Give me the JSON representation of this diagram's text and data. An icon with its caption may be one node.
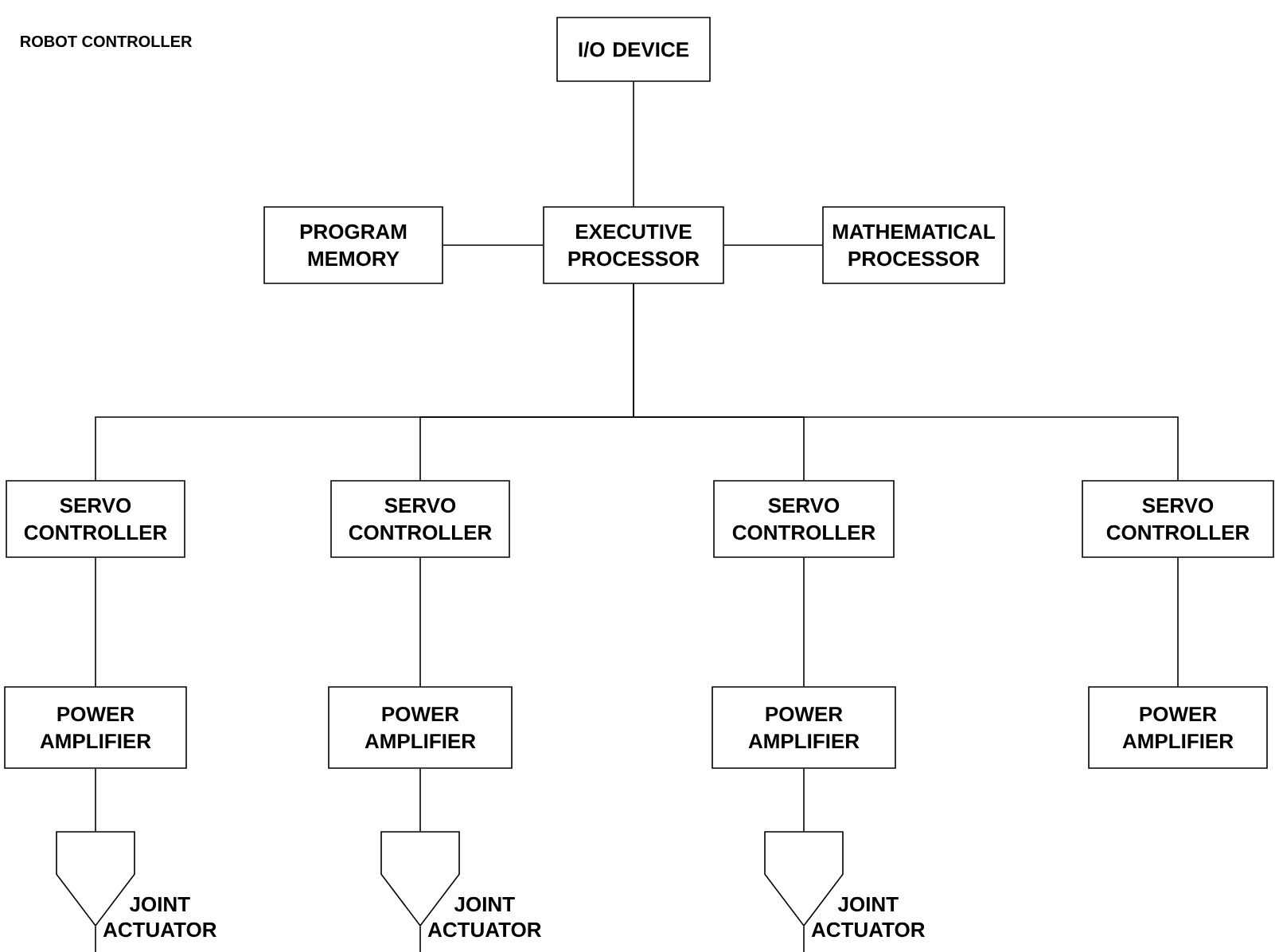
{
  "diagram": {
    "title": "ROBOT CONTROLLER",
    "nodes": [
      {
        "text": [
          "I/O DEVICE"
        ]
      },
      {
        "text": [
          "PROGRAM MEMORY"
        ]
      },
      {
        "text": [
          "EXECUTIVE PROCESSOR"
        ]
      },
      {
        "text": [
          "MATHEMATICAL PROCESSOR"
        ]
      },
      {
        "text": [
          "SERVO CONTROLLER"
        ]
      },
      {
        "text": [
          "SERVO CONTROLLER"
        ]
      },
      {
        "text": [
          "SERVO CONTROLLER"
        ]
      },
      {
        "text": [
          "SERVO CONTROLLER"
        ]
      },
      {
        "text": [
          "POWER AMPLIFIER"
        ]
      },
      {
        "text": [
          "POWER AMPLIFIER"
        ]
      },
      {
        "text": [
          "POWER AMPLIFIER"
        ]
      },
      {
        "text": [
          "POWER AMPLIFIER"
        ]
      },
      {
        "text": [],
        "shape": "pentagon",
        "beside": [
          "JOINT ACTUATOR"
        ]
      },
      {
        "text": [],
        "shape": "pentagon",
        "beside": [
          "JOINT ACTUATOR"
        ]
      },
      {
        "text": [],
        "shape": "pentagon",
        "beside": [
          "JOINT ACTUATOR"
        ]
      }
    ],
    "edges": [
      {
        "from": 0,
        "to": 2,
        "arrow": "none"
      },
      {
        "from": 1,
        "to": 2,
        "arrow": "none"
      },
      {
        "from": 2,
        "to": 3,
        "arrow": "none"
      },
      {
        "from": 2,
        "to": 4,
        "arrow": "none"
      },
      {
        "from": 2,
        "to": 5,
        "arrow": "none"
      },
      {
        "from": 2,
        "to": 6,
        "arrow": "none"
      },
      {
        "from": 2,
        "to": 7,
        "arrow": "none"
      },
      {
        "from": 4,
        "to": 8,
        "arrow": "none"
      },
      {
        "from": 5,
        "to": 9,
        "arrow": "none"
      },
      {
        "from": 6,
        "to": 10,
        "arrow": "none"
      },
      {
        "from": 7,
        "to": 11,
        "arrow": "none"
      },
      {
        "from": 8,
        "to": 12,
        "arrow": "none"
      },
      {
        "from": 9,
        "to": 13,
        "arrow": "none"
      },
      {
        "from": 10,
        "to": 14,
        "arrow": "none"
      },
      {
        "from": 12,
        "to": null,
        "arrow": "none"
      },
      {
        "from": 13,
        "to": null,
        "arrow": "none"
      },
      {
        "from": 14,
        "to": null,
        "arrow": "none"
      }
    ]
  }
}
